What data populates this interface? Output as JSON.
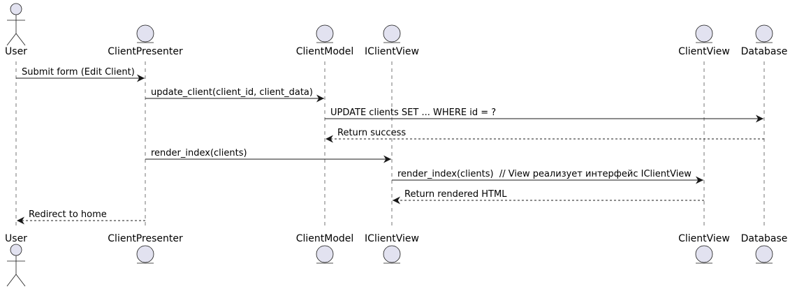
{
  "diagram": {
    "type": "sequence",
    "participants": [
      {
        "id": "user",
        "kind": "actor",
        "name": "User"
      },
      {
        "id": "presenter",
        "kind": "entity",
        "name": "ClientPresenter"
      },
      {
        "id": "model",
        "kind": "entity",
        "name": "ClientModel"
      },
      {
        "id": "iview",
        "kind": "entity",
        "name": "IClientView"
      },
      {
        "id": "view",
        "kind": "entity",
        "name": "ClientView"
      },
      {
        "id": "db",
        "kind": "entity",
        "name": "Database"
      }
    ],
    "messages": [
      {
        "from": "user",
        "to": "presenter",
        "label": "Submit form (Edit Client)",
        "style": "solid"
      },
      {
        "from": "presenter",
        "to": "model",
        "label": "update_client(client_id, client_data)",
        "style": "solid"
      },
      {
        "from": "model",
        "to": "db",
        "label": "UPDATE clients SET ... WHERE id = ?",
        "style": "solid"
      },
      {
        "from": "db",
        "to": "model",
        "label": "Return success",
        "style": "dashed"
      },
      {
        "from": "presenter",
        "to": "iview",
        "label": "render_index(clients)",
        "style": "solid"
      },
      {
        "from": "iview",
        "to": "view",
        "label": "render_index(clients)  // View реализует интерфейс IClientView",
        "style": "solid"
      },
      {
        "from": "view",
        "to": "iview",
        "label": "Return rendered HTML",
        "style": "dashed"
      },
      {
        "from": "presenter",
        "to": "user",
        "label": "Redirect to home",
        "style": "dashed"
      }
    ],
    "colors": {
      "participant_fill": "#E2E2F0",
      "participant_stroke": "#181818",
      "lifeline": "#181818",
      "arrow": "#181818",
      "text": "#000000"
    }
  }
}
